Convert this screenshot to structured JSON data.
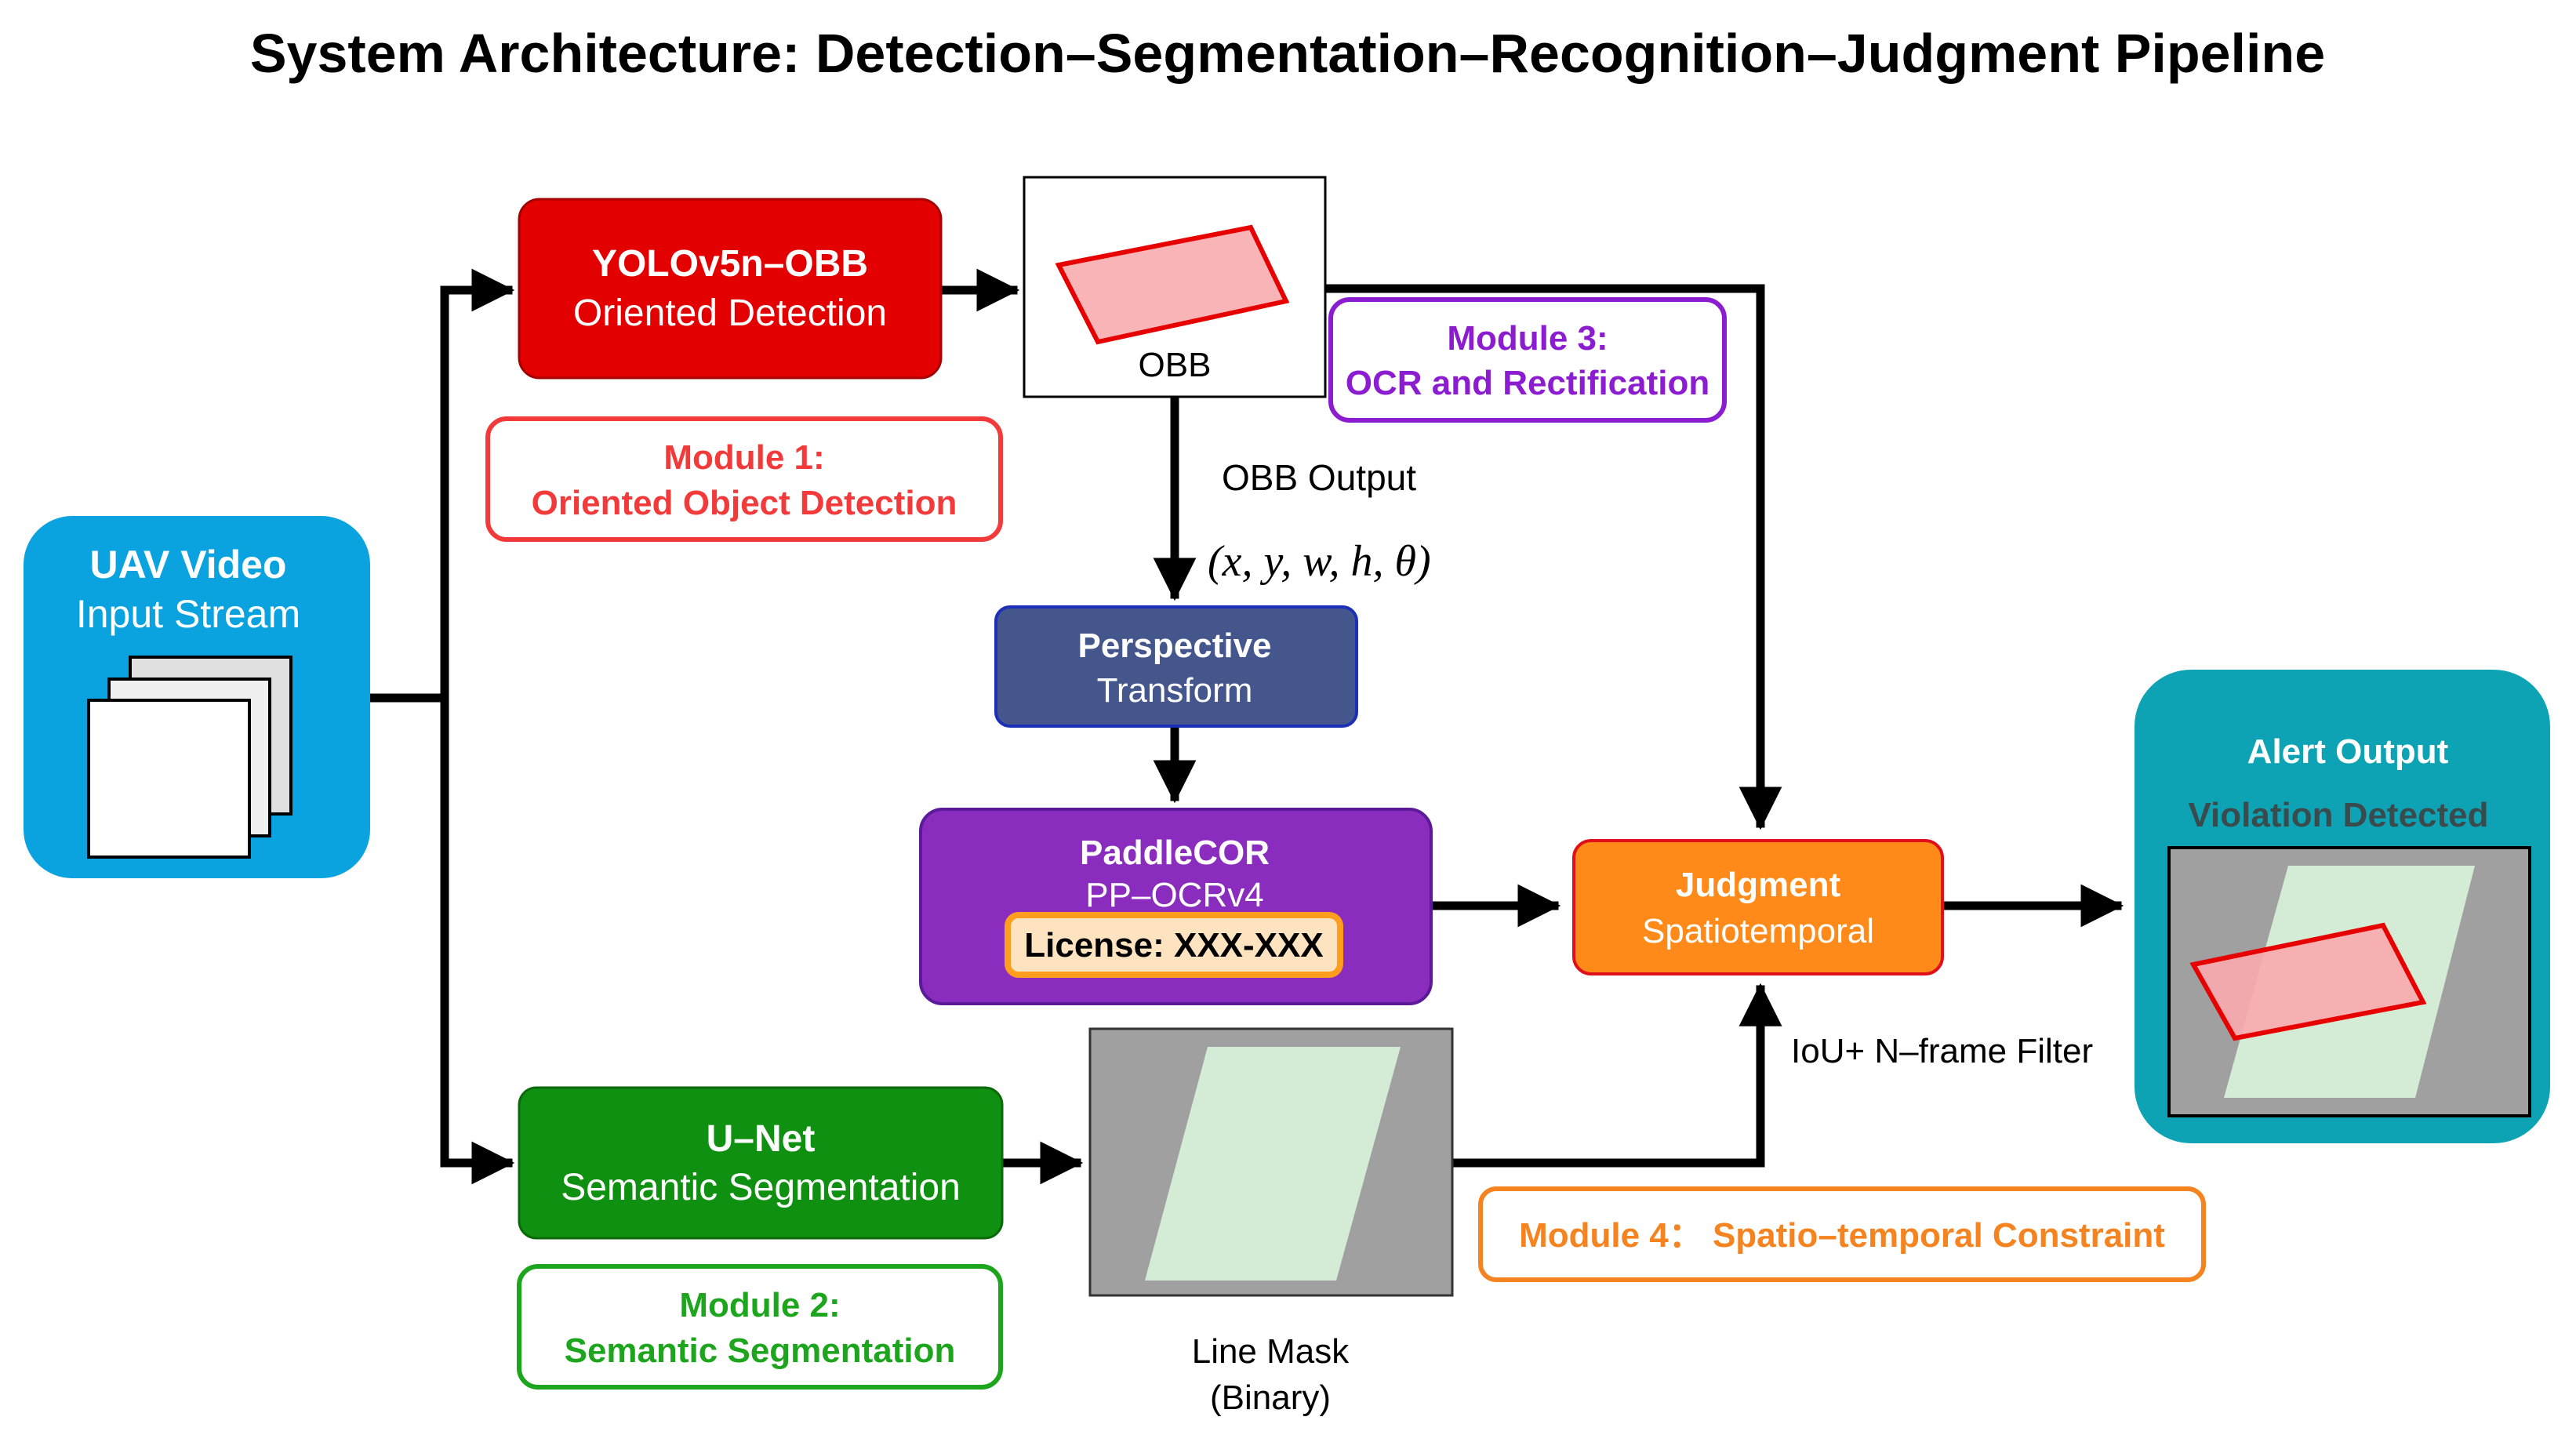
{
  "title": "System Architecture: Detection–Segmentation–Recognition–Judgment Pipeline",
  "input": {
    "title": "UAV Video",
    "subtitle": "Input Stream"
  },
  "yolo": {
    "title": "YOLOv5n–OBB",
    "subtitle": "Oriented Detection"
  },
  "obb_box": {
    "label": "OBB"
  },
  "module1": {
    "line1": "Module 1:",
    "line2": "Oriented Object Detection"
  },
  "module2": {
    "line1": "Module 2:",
    "line2": "Semantic Segmentation"
  },
  "module3": {
    "line1": "Module 3:",
    "line2": "OCR and Rectification"
  },
  "module4": {
    "line1": "Module 4： Spatio–temporal  Constraint"
  },
  "obb_output": {
    "label": "OBB Output",
    "formula": "(x, y, w, h, θ)"
  },
  "perspective": {
    "title": "Perspective",
    "subtitle": "Transform"
  },
  "paddle": {
    "title": "PaddleCOR",
    "subtitle": "PP–OCRv4",
    "license": "License: XXX-XXX"
  },
  "judgment": {
    "title": "Judgment",
    "subtitle": "Spatiotemporal"
  },
  "unet": {
    "title": "U–Net",
    "subtitle": "Semantic Segmentation"
  },
  "line_mask": {
    "line1": "Line Mask",
    "line2": "(Binary)"
  },
  "filter": {
    "label": "IoU+ N–frame Filter"
  },
  "alert": {
    "title": "Alert Output",
    "subtitle": "Violation Detected"
  },
  "colors": {
    "yolo_red": "#e30000",
    "module1_red": "#f23a3a",
    "unet_green": "#109010",
    "module2_green": "#1ea51e",
    "perspective_blue": "#44568c",
    "paddle_purple": "#8a2cbe",
    "module3_purple": "#8c1ccf",
    "judgment_orange": "#ff8a1a",
    "module4_orange": "#f5831f",
    "input_blue": "#0aa3e0",
    "alert_teal": "#0da3b5",
    "mask_gray": "#a0a0a0",
    "mask_green": "#d4ecd6",
    "obb_pink": "#f9b4b8"
  }
}
